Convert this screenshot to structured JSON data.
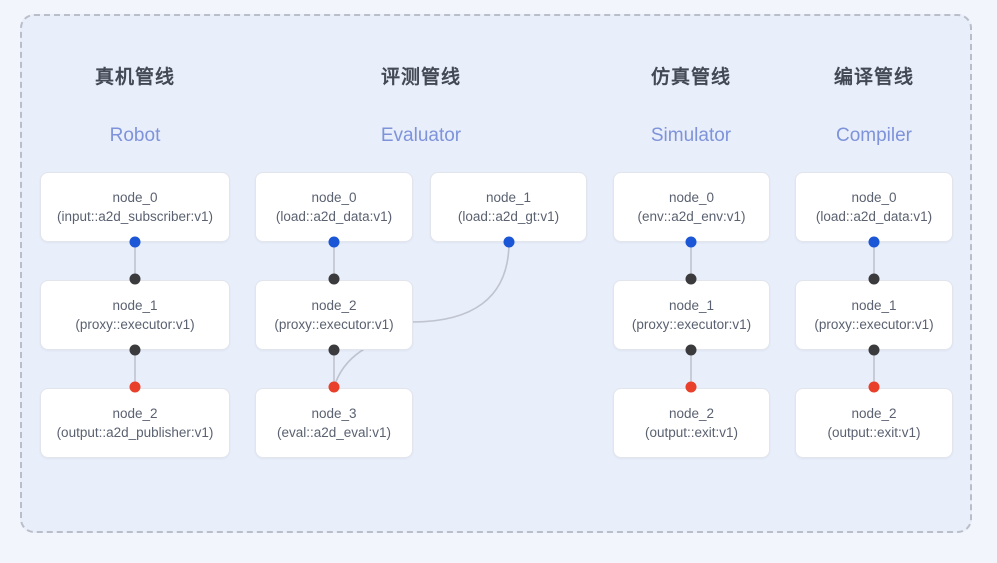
{
  "diagram": {
    "type": "pipeline-graph",
    "background_color": "#f2f5fb",
    "region_fill": "#e8eefa",
    "region_border_color": "#b9bec9",
    "colors": {
      "port_output_blue": "#1a56d6",
      "port_black": "#3b3b3e",
      "port_input_red": "#e8402a",
      "edge_line": "#bfc4cf",
      "node_bg": "#ffffff",
      "node_border": "#e2e5ec",
      "title_cn": "#434a56",
      "title_en": "#7e93da",
      "node_text": "#5a6170"
    }
  },
  "columns": [
    {
      "id": "robot",
      "title_cn": "真机管线",
      "title_en": "Robot",
      "nodes": [
        {
          "name": "node_0",
          "spec": "(input::a2d_subscriber:v1)"
        },
        {
          "name": "node_1",
          "spec": "(proxy::executor:v1)"
        },
        {
          "name": "node_2",
          "spec": "(output::a2d_publisher:v1)"
        }
      ]
    },
    {
      "id": "evaluator",
      "title_cn": "评测管线",
      "title_en": "Evaluator",
      "nodes": [
        {
          "name": "node_0",
          "spec": "(load::a2d_data:v1)"
        },
        {
          "name": "node_1",
          "spec": "(load::a2d_gt:v1)"
        },
        {
          "name": "node_2",
          "spec": "(proxy::executor:v1)"
        },
        {
          "name": "node_3",
          "spec": "(eval::a2d_eval:v1)"
        }
      ]
    },
    {
      "id": "simulator",
      "title_cn": "仿真管线",
      "title_en": "Simulator",
      "nodes": [
        {
          "name": "node_0",
          "spec": "(env::a2d_env:v1)"
        },
        {
          "name": "node_1",
          "spec": "(proxy::executor:v1)"
        },
        {
          "name": "node_2",
          "spec": "(output::exit:v1)"
        }
      ]
    },
    {
      "id": "compiler",
      "title_cn": "编译管线",
      "title_en": "Compiler",
      "nodes": [
        {
          "name": "node_0",
          "spec": "(load::a2d_data:v1)"
        },
        {
          "name": "node_1",
          "spec": "(proxy::executor:v1)"
        },
        {
          "name": "node_2",
          "spec": "(output::exit:v1)"
        }
      ]
    }
  ]
}
